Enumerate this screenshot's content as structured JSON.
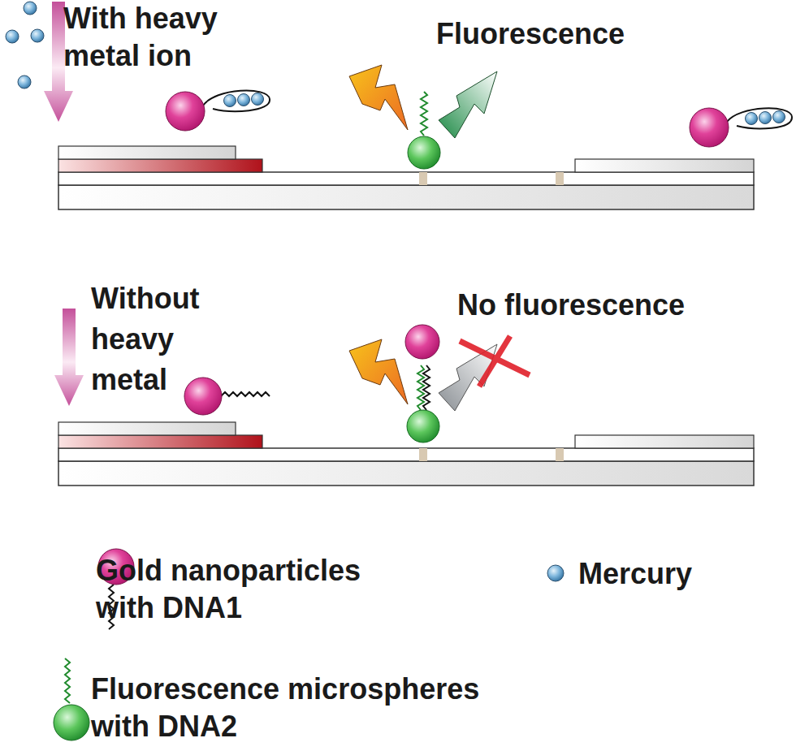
{
  "diagram": {
    "labels": [
      "With heavy metal ion",
      "Fluorescence",
      "Without heavy metal",
      "No fluorescence"
    ],
    "legend": [
      {
        "text": "Gold nanoparticles with DNA1"
      },
      {
        "text": "Mercury"
      },
      {
        "text": "Fluorescence microspheres with DNA2"
      }
    ]
  }
}
